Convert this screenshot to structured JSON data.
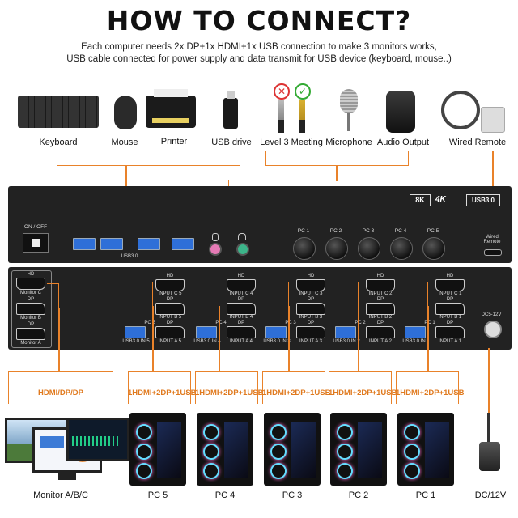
{
  "title": "HOW TO CONNECT?",
  "subtitle_1": "Each computer needs 2x DP+1x HDMI+1x USB connection to make 3 monitors works,",
  "subtitle_2": "USB cable connected for power supply and data transmit for USB device (keyboard, mouse..)",
  "devices": {
    "keyboard": "Keyboard",
    "mouse": "Mouse",
    "printer": "Printer",
    "usb_drive": "USB drive",
    "level3": "Level 3 Meeting",
    "microphone": "Microphone",
    "audio_output": "Audio Output",
    "wired_remote": "Wired Remote"
  },
  "front_panel": {
    "badges": [
      "8K",
      "4K",
      "USB3.0"
    ],
    "power": "ON / OFF",
    "usb_label": "USB3.0",
    "pc_buttons": [
      "PC 1",
      "PC 2",
      "PC 3",
      "PC 4",
      "PC 5"
    ],
    "wired_remote": "Wired Remote"
  },
  "rear_panel": {
    "monitor_ports": [
      "Monitor C",
      "Monitor B",
      "Monitor A"
    ],
    "hd": "HD",
    "dp": "DP",
    "inputs": [
      {
        "pc": "PC 5",
        "usb": "USB3.0 IN 5",
        "hdmi": "INPUT C 5",
        "dp1": "INPUT B 5",
        "dp2": "INPUT A 5"
      },
      {
        "pc": "PC 4",
        "usb": "USB3.0 IN 4",
        "hdmi": "INPUT C 4",
        "dp1": "INPUT B 4",
        "dp2": "INPUT A 4"
      },
      {
        "pc": "PC 3",
        "usb": "USB3.0 IN 3",
        "hdmi": "INPUT C 3",
        "dp1": "INPUT B 3",
        "dp2": "INPUT A 3"
      },
      {
        "pc": "PC 2",
        "usb": "USB3.0 IN 2",
        "hdmi": "INPUT C 2",
        "dp1": "INPUT B 2",
        "dp2": "INPUT A 2"
      },
      {
        "pc": "PC 1",
        "usb": "USB3.0 IN 1",
        "hdmi": "INPUT C 1",
        "dp1": "INPUT B 1",
        "dp2": "INPUT A 1"
      }
    ],
    "dc": "DC5-12V"
  },
  "connections": {
    "monitor_tag": "HDMI/DP/DP",
    "pc_tag": "1HDMI+2DP+1USB"
  },
  "bottom_labels": [
    "Monitor A/B/C",
    "PC 5",
    "PC 4",
    "PC 3",
    "PC 2",
    "PC 1",
    "DC/12V"
  ],
  "colors": {
    "accent": "#e9822a",
    "usb_blue": "#2e6fd8"
  }
}
